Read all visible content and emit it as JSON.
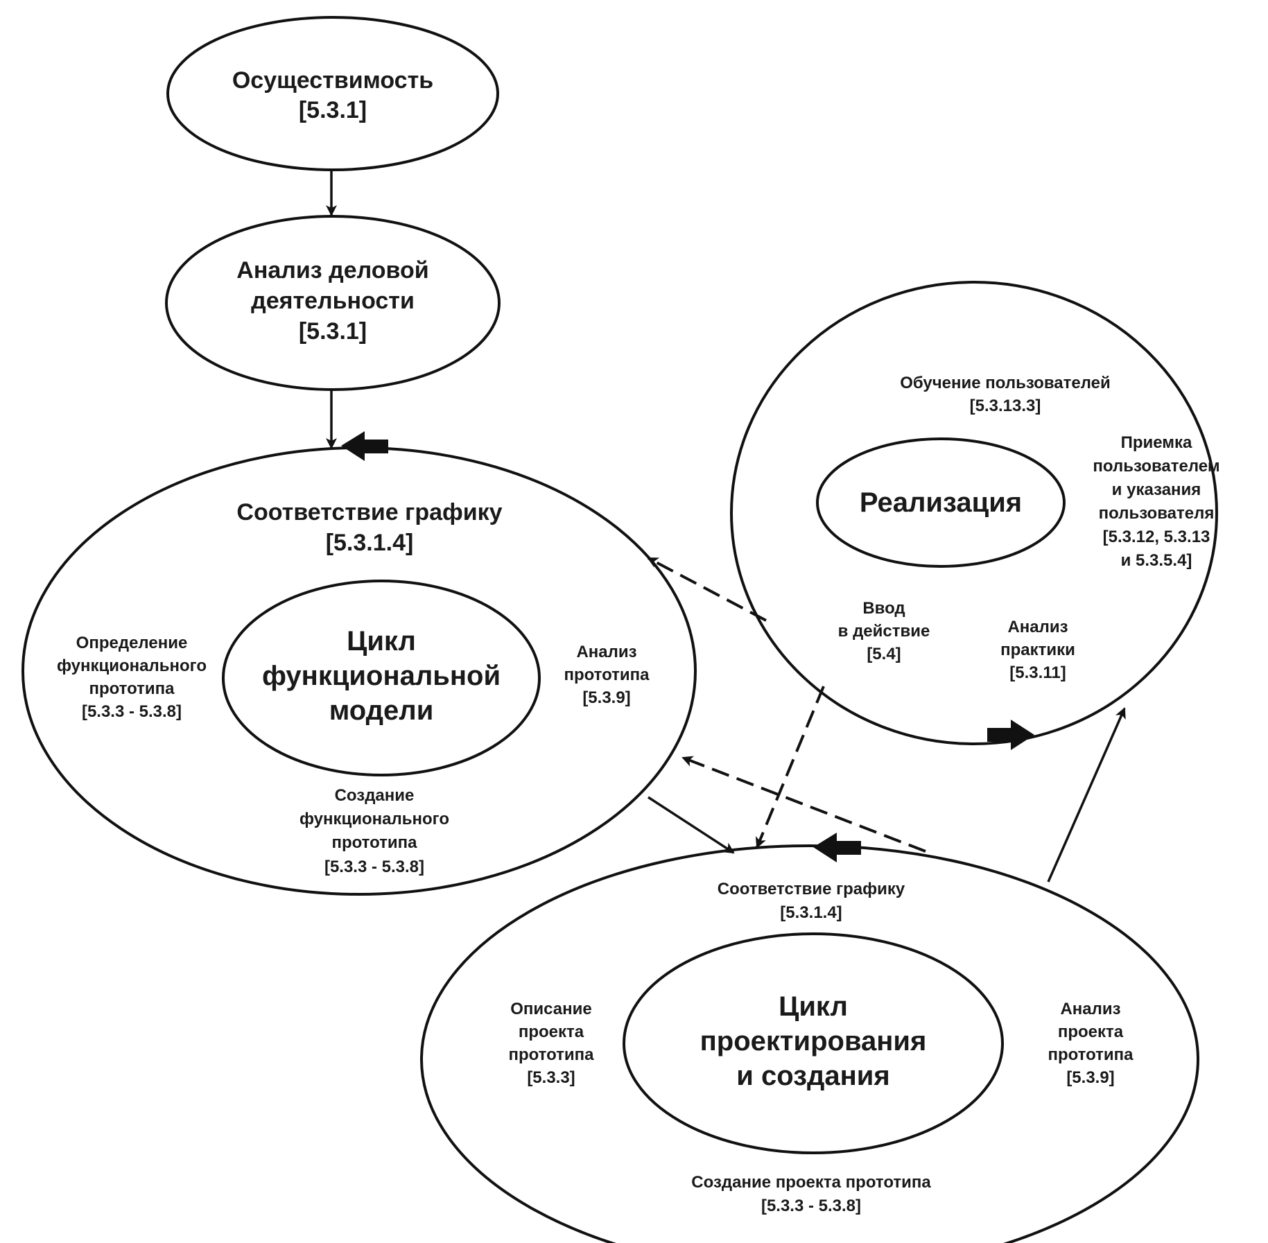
{
  "nodes": {
    "feasibility": {
      "lines": [
        "Осуществимость",
        "[5.3.1]"
      ]
    },
    "business_analysis": {
      "lines": [
        "Анализ деловой",
        "деятельности",
        "[5.3.1]"
      ]
    },
    "functional_model": {
      "title_lines": [
        "Цикл",
        "функциональной",
        "модели"
      ],
      "schedule_lines": [
        "Соответствие графику",
        "[5.3.1.4]"
      ],
      "define_lines": [
        "Определение",
        "функционального",
        "прототипа",
        "[5.3.3 - 5.3.8]"
      ],
      "review_lines": [
        "Анализ",
        "прототипа",
        "[5.3.9]"
      ],
      "create_lines": [
        "Создание",
        "функционального",
        "прототипа",
        "[5.3.3 - 5.3.8]"
      ]
    },
    "implementation": {
      "title": "Реализация",
      "training_lines": [
        "Обучение пользователей",
        "[5.3.13.3]"
      ],
      "acceptance_lines": [
        "Приемка",
        "пользователем",
        "и указания",
        "пользователя",
        "[5.3.12, 5.3.13",
        "и 5.3.5.4]"
      ],
      "commissioning_lines": [
        "Ввод",
        "в действие",
        "[5.4]"
      ],
      "practice_lines": [
        "Анализ",
        "практики",
        "[5.3.11]"
      ]
    },
    "design_build": {
      "title_lines": [
        "Цикл",
        "проектирования",
        "и создания"
      ],
      "schedule_lines": [
        "Соответствие графику",
        "[5.3.1.4]"
      ],
      "describe_lines": [
        "Описание",
        "проекта",
        "прототипа",
        "[5.3.3]"
      ],
      "review_lines": [
        "Анализ",
        "проекта",
        "прототипа",
        "[5.3.9]"
      ],
      "create_lines": [
        "Создание проекта прототипа",
        "[5.3.3 - 5.3.8]"
      ]
    }
  },
  "colors": {
    "ink": "#111111",
    "background": "#ffffff"
  }
}
